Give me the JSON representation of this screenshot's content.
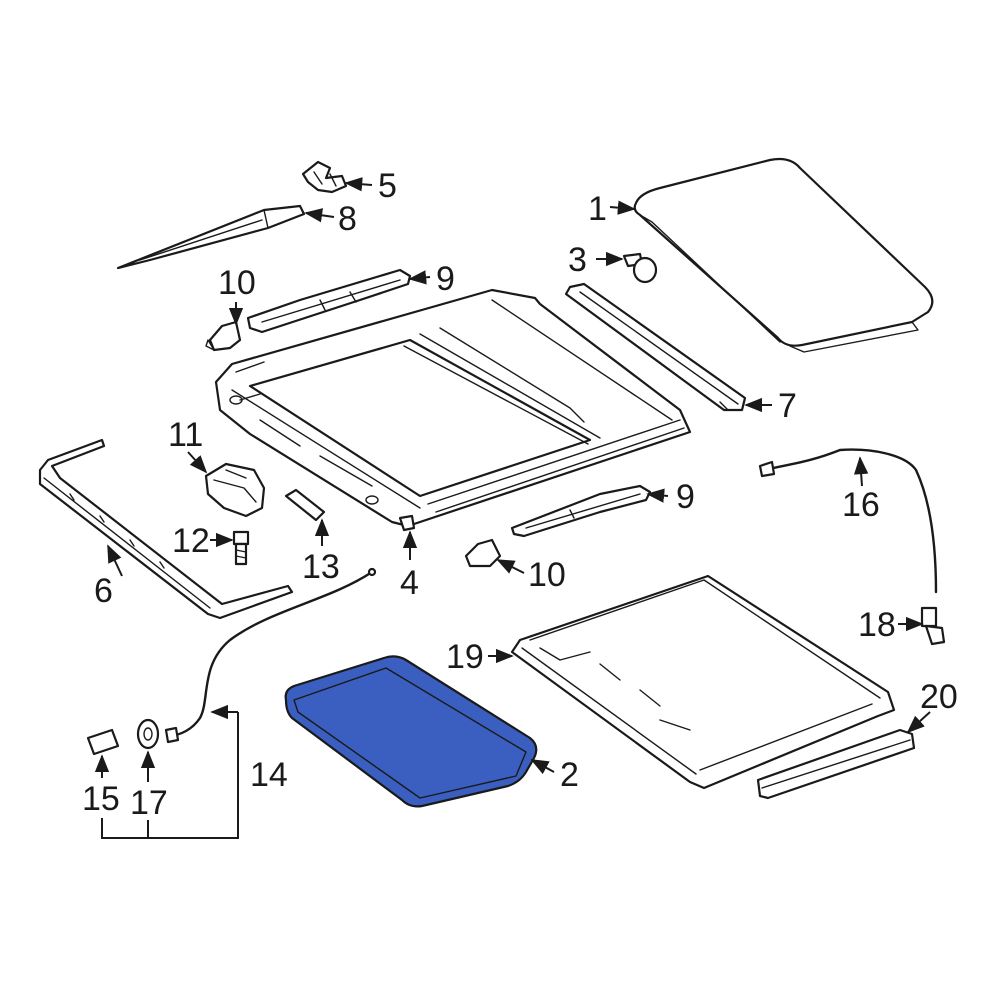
{
  "diagram": {
    "highlight_color": "#3a5fc0",
    "line_color": "#1a1a1a",
    "background": "#ffffff",
    "callouts": {
      "c1": "1",
      "c2": "2",
      "c3": "3",
      "c4": "4",
      "c5": "5",
      "c6": "6",
      "c7": "7",
      "c8": "8",
      "c9a": "9",
      "c9b": "9",
      "c10a": "10",
      "c10b": "10",
      "c11": "11",
      "c12": "12",
      "c13": "13",
      "c14": "14",
      "c15": "15",
      "c16": "16",
      "c17": "17",
      "c18": "18",
      "c19": "19",
      "c20": "20"
    },
    "highlighted_part": "2"
  }
}
